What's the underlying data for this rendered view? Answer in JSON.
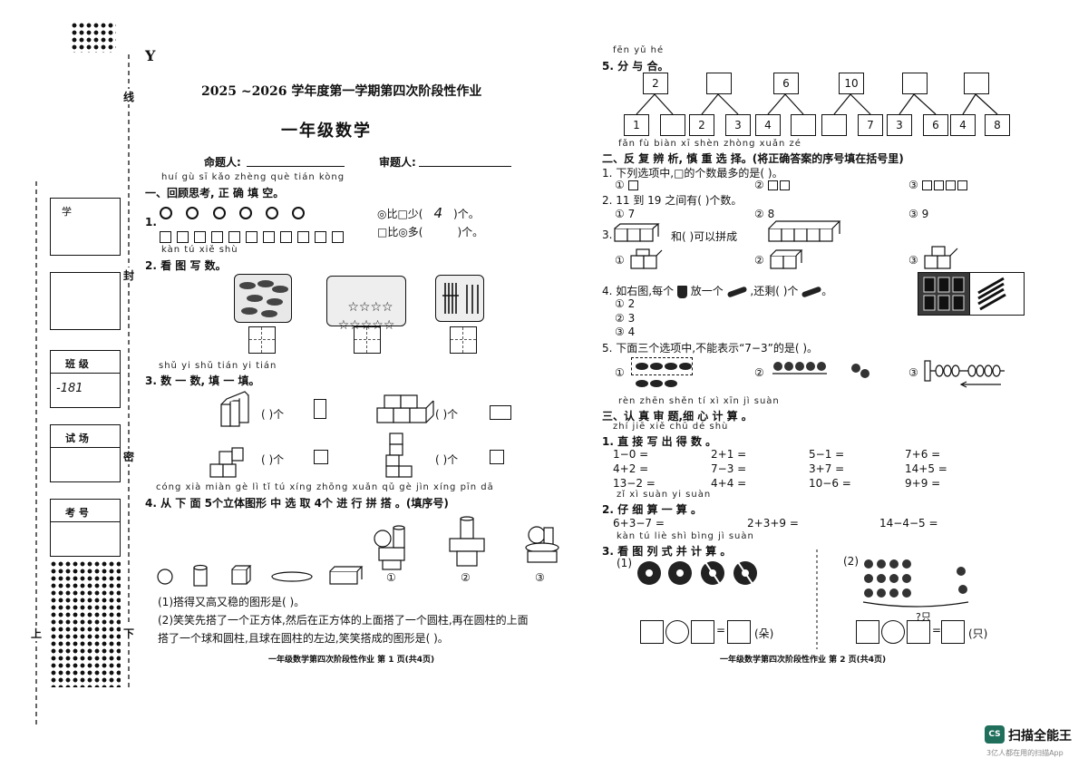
{
  "margin": {
    "corner_mark": "Y",
    "binding_chars": [
      "线",
      "封",
      "密",
      "上",
      "下"
    ],
    "fields": {
      "student": "学",
      "class_label": "班 级",
      "class_value": "-181",
      "room_label": "试 场",
      "exam_no_label": "考 号"
    }
  },
  "header": {
    "title": "2025 ~2026 学年度第一学期第四次阶段性作业",
    "subtitle": "一年级数学",
    "author_label": "命题人:",
    "reviewer_label": "审题人:"
  },
  "section1": {
    "pinyin": "huí gù sī kǎo zhèng què tián kòng",
    "title": "一、回顾思考, 正 确 填 空。",
    "q1": {
      "num": "1.",
      "line1": "◎比□少(",
      "ans1": "4",
      "line1_end": ")个。",
      "line2": "□比◎多(",
      "line2_end": ")个。",
      "pinyin": "kàn tú xiě shù"
    },
    "q2": {
      "title": "2. 看 图 写 数。",
      "stars": "☆☆☆☆\n☆☆☆☆☆"
    },
    "q3": {
      "pinyin": "shǔ yi shǔ tián yi tián",
      "title": "3. 数 一 数, 填 一 填。",
      "blank": "(       )个"
    },
    "q4": {
      "pinyin": "cóng xià miàn  gè  lì   tǐ  tú  xíng zhōng xuǎn qǔ   gè  jìn xíng pīn dā",
      "title": "4. 从  下  面  5个立体图形  中  选 取 4个 进 行 拼 搭 。(填序号)",
      "options": [
        "①",
        "②",
        "③"
      ],
      "sub1": "(1)搭得又高又稳的图形是(        )。",
      "sub2": "(2)笑笑先搭了一个正方体,然后在正方体的上面搭了一个圆柱,再在圆柱的上面",
      "sub2b": "搭了一个球和圆柱,且球在圆柱的左边,笑笑搭成的图形是(        )。"
    },
    "footer": "一年级数学第四次阶段性作业   第 1 页(共4页)"
  },
  "section5": {
    "pinyin": "fēn yǔ hé",
    "title": "5. 分 与 合。",
    "tops": [
      "2",
      "",
      "6",
      "10",
      "",
      ""
    ],
    "bottoms": [
      [
        "1",
        ""
      ],
      [
        "2",
        "3"
      ],
      [
        "4",
        ""
      ],
      [
        "",
        "7"
      ],
      [
        "3",
        "6"
      ],
      [
        "4",
        "8"
      ]
    ]
  },
  "section2": {
    "pinyin": "fǎn fù biàn xī shèn zhòng xuǎn zé",
    "title": "二、反 复 辨 析, 慎  重  选  择。(将正确答案的序号填在括号里)",
    "q1": {
      "text": "1. 下列选项中,□的个数最多的是(      )。",
      "opts": [
        "①",
        "②",
        "③"
      ]
    },
    "q2": {
      "text": "2. 11 到 19 之间有(      )个数。",
      "opts": [
        "① 7",
        "② 8",
        "③ 9"
      ]
    },
    "q3": {
      "text": "3.",
      "mid": "和(       )可以拼成",
      "opts": [
        "①",
        "②",
        "③"
      ]
    },
    "q4": {
      "text": "4. 如右图,每个",
      "mid": "放一个",
      "end": ",还剩(       )个",
      "opts": [
        "① 2",
        "② 3",
        "③ 4"
      ]
    },
    "q5": {
      "text": "5. 下面三个选项中,不能表示“7−3”的是(      )。",
      "opts": [
        "①",
        "②",
        "③"
      ]
    }
  },
  "section3": {
    "pinyin": "rèn zhēn shěn tí  xì xīn  jì  suàn",
    "title": "三、认 真  审 题,细 心 计  算 。",
    "p1_pinyin": "zhí jiē xiě chū dé shù",
    "q1": {
      "title": "1. 直 接 写 出 得 数 。",
      "rows": [
        [
          "1−0 =",
          "2+1 =",
          "5−1 =",
          "7+6 ="
        ],
        [
          "4+2 =",
          "7−3 =",
          "3+7 =",
          "14+5 ="
        ],
        [
          "13−2 =",
          "4+4 =",
          "10−6 =",
          "9+9 ="
        ]
      ]
    },
    "p2_pinyin": "zǐ  xì suàn  yi  suàn",
    "q2": {
      "title": "2. 仔 细 算 一 算 。",
      "items": [
        "6+3−7 =",
        "2+3+9 =",
        "14−4−5 ="
      ]
    },
    "p3_pinyin": "kàn tú liè shì bìng jì  suàn",
    "q3": {
      "title": "3. 看 图 列 式 并 计 算 。",
      "p1": "(1)",
      "p2": "(2)",
      "unit1": "(朵)",
      "unit2": "(只)",
      "question": "?只",
      "eq": "="
    },
    "footer": "一年级数学第四次阶段性作业   第 2 页(共4页)"
  },
  "watermark": {
    "brand": "扫描全能王",
    "tagline": "3亿人都在用的扫描App",
    "logo": "CS"
  }
}
